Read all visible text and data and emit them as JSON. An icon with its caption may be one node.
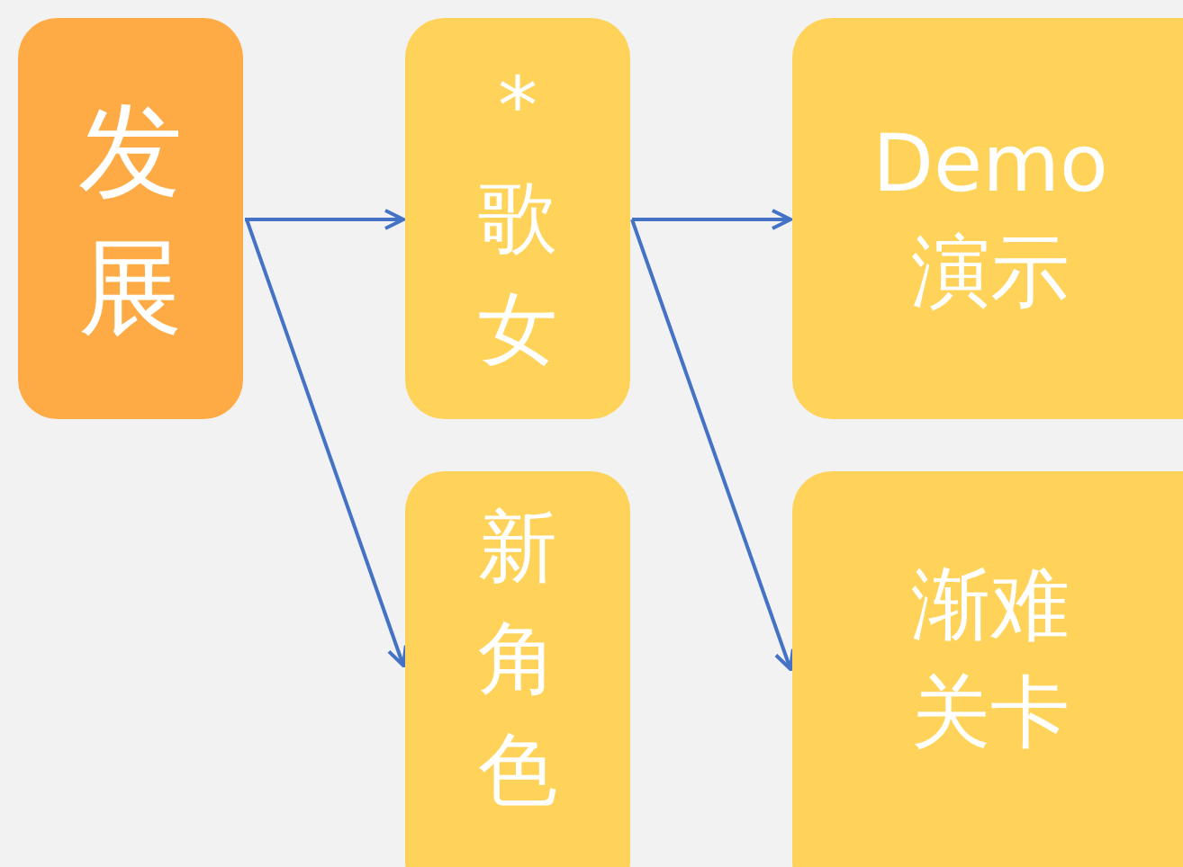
{
  "diagram": {
    "nodes": [
      {
        "text": [
          "发展"
        ]
      },
      {
        "text": [
          "*歌女"
        ]
      },
      {
        "text": [
          "新角色"
        ]
      },
      {
        "text": [
          "Demo 演示"
        ]
      },
      {
        "text": [
          "渐难关卡"
        ]
      }
    ],
    "edges": [
      {
        "from": 0,
        "to": 1,
        "arrow": "to"
      },
      {
        "from": 0,
        "to": 2,
        "arrow": "to"
      },
      {
        "from": 1,
        "to": 3,
        "arrow": "to"
      },
      {
        "from": 1,
        "to": 4,
        "arrow": "to"
      }
    ]
  }
}
